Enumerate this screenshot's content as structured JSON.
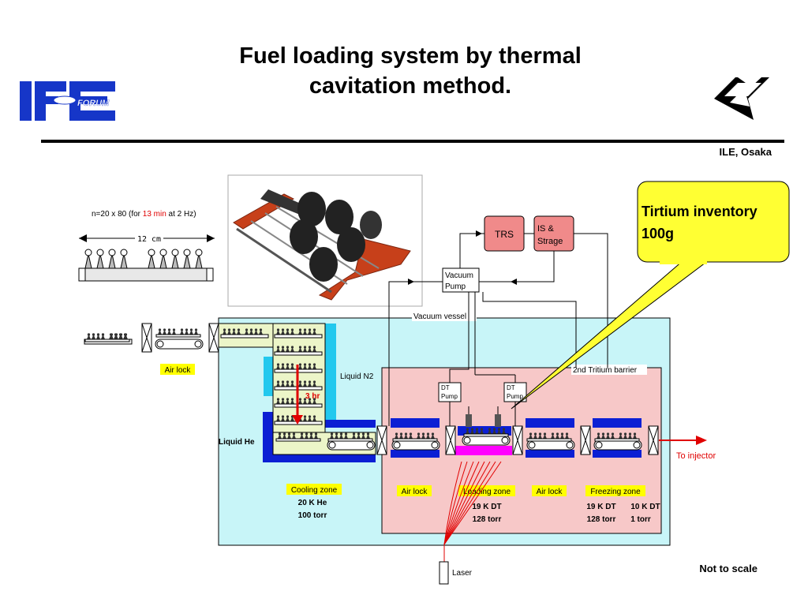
{
  "slide": {
    "title_line1": "Fuel loading system by thermal",
    "title_line2": "cavitation method.",
    "affiliation": "ILE, Osaka",
    "note": "Not to scale",
    "logo_left_text": "IFE",
    "logo_left_subtext": "FORUM"
  },
  "colors": {
    "vessel_fill": "#c8f5f8",
    "barrier_fill": "#f7c8c8",
    "blue_block": "#0b1fd4",
    "tray_fill": "#ecf5c8",
    "zone_label_bg": "#ffff00",
    "red": "#e00000",
    "callout_fill": "#ffff33",
    "box_pink": "#f08a8a",
    "magenta": "#ff00ff"
  },
  "diagram": {
    "tray_caption_prefix": "n=20 x 80 (for ",
    "tray_caption_time": "13 min",
    "tray_caption_suffix": " at 2 Hz)",
    "width_label": "12 cm",
    "trs": "TRS",
    "is_line1": "IS &",
    "is_line2": "Strage",
    "vac_pump_line1": "Vacuum",
    "vac_pump_line2": "Pump",
    "vacuum_vessel": "Vacuum vessel",
    "tritium_barrier": "2nd Tritium barrier",
    "liquid_n2": "Liquid N2",
    "liquid_he": "Liquid He",
    "air_lock_left": "Air lock",
    "time_3hr": "3 hr",
    "dt_pump_1_l1": "DT",
    "dt_pump_1_l2": "Pump",
    "dt_pump_2_l1": "DT",
    "dt_pump_2_l2": "Pump",
    "to_injector": "To injector",
    "laser": "Laser",
    "callout_line1": "Tirtium inventory",
    "callout_line2": "100g",
    "zones": {
      "cooling": {
        "label": "Cooling zone",
        "temp": "20 K He",
        "pressure": "100 torr"
      },
      "air_lock_1": {
        "label": "Air lock"
      },
      "loading": {
        "label": "Loading zone",
        "temp": "19 K DT",
        "pressure": "128 torr"
      },
      "air_lock_2": {
        "label": "Air lock"
      },
      "freezing": {
        "label": "Freezing zone",
        "temp1": "19 K DT",
        "pressure1": "128 torr",
        "temp2": "10 K DT",
        "pressure2": "1 torr"
      }
    }
  }
}
